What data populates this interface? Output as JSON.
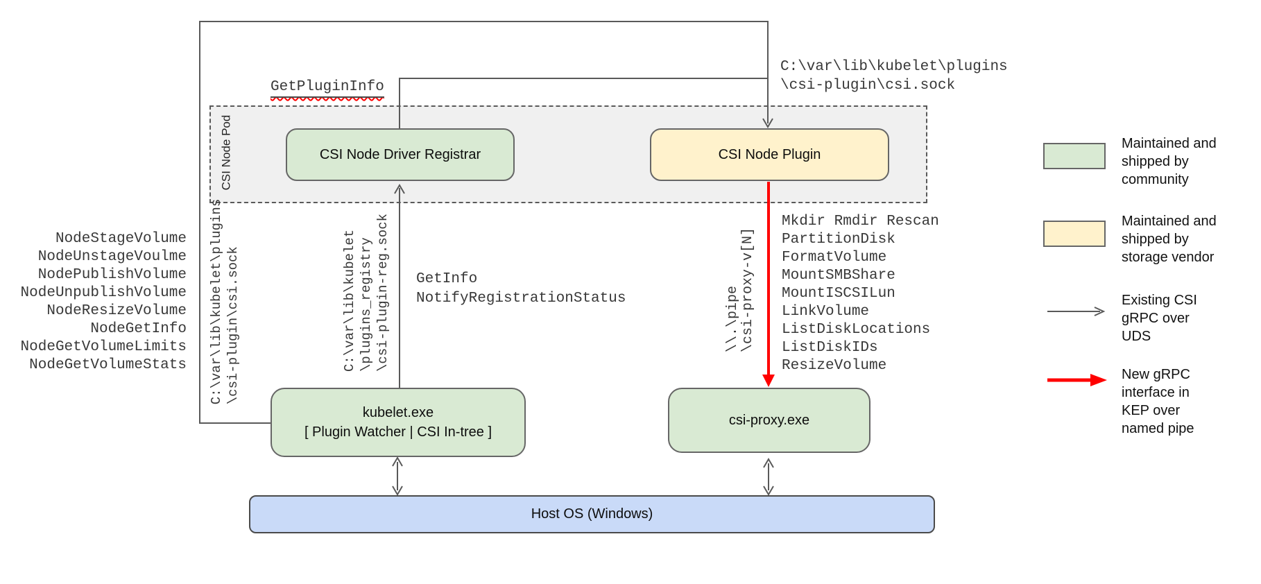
{
  "diagram": {
    "pod_label": "CSI Node Pod",
    "nodes": {
      "registrar": "CSI Node Driver Registrar",
      "plugin": "CSI Node Plugin",
      "kubelet_lines": [
        "kubelet.exe",
        "[ Plugin Watcher | CSI In-tree ]"
      ],
      "csi_proxy": "csi-proxy.exe",
      "host_os": "Host OS (Windows)"
    },
    "labels": {
      "get_plugin_info": "GetPluginInfo",
      "node_grpc_calls": [
        "NodeStageVolume",
        "NodeUnstageVoulme",
        "NodePublishVolume",
        "NodeUnpublishVolume",
        "NodeResizeVolume",
        "NodeGetInfo",
        "NodeGetVolumeLimits",
        "NodeGetVolumeStats"
      ],
      "csi_sock_path": [
        "C:\\var\\lib\\kubelet\\plugins",
        "\\csi-plugin\\csi.sock"
      ],
      "registration_sock_path": [
        "C:\\var\\lib\\kubelet",
        "\\plugins_registry",
        "\\csi-plugin-reg.sock"
      ],
      "registration_calls": [
        "GetInfo",
        "NotifyRegistrationStatus"
      ],
      "pipe_path": [
        "\\\\.\\pipe",
        "\\csi-proxy-v[N]"
      ],
      "proxy_calls": [
        "Mkdir Rmdir Rescan",
        "PartitionDisk",
        "FormatVolume",
        "MountSMBShare",
        "MountISCSILun",
        "LinkVolume",
        "ListDiskLocations",
        "ListDiskIDs",
        "ResizeVolume"
      ]
    },
    "colors": {
      "community_green": "#d9ead3",
      "vendor_yellow": "#fff2cc",
      "host_blue": "#c9daf8",
      "pod_gray": "#f0f0f0",
      "wire_gray": "#595959",
      "new_interface_red": "#ff0000"
    }
  },
  "legend": {
    "items": [
      {
        "kind": "green-swatch",
        "lines": [
          "Maintained and",
          "shipped by",
          "community"
        ]
      },
      {
        "kind": "yellow-swatch",
        "lines": [
          "Maintained and",
          "shipped by",
          "storage vendor"
        ]
      },
      {
        "kind": "gray-arrow",
        "lines": [
          "Existing CSI",
          "gRPC over",
          "UDS"
        ]
      },
      {
        "kind": "red-arrow",
        "lines": [
          "New gRPC",
          "interface in",
          "KEP over",
          "named pipe"
        ]
      }
    ]
  }
}
